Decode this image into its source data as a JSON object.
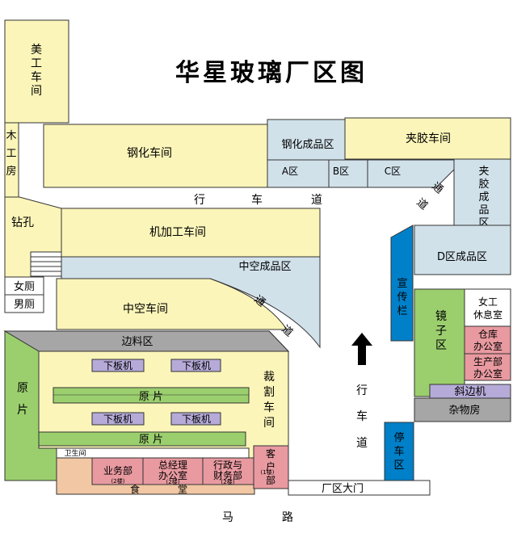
{
  "title": "华星玻璃厂区图",
  "colors": {
    "workshop": "#fbf5b9",
    "product_area": "#d1e1ea",
    "office": "#e89aa0",
    "raw_sheet": "#9bcf6e",
    "machine": "#b6abd8",
    "passage_blue": "#0080c8",
    "gray": "#a6a6a6",
    "canteen": "#f2c8a4"
  },
  "labels": {
    "meigong": [
      "美",
      "工",
      "车",
      "间"
    ],
    "mugongfang": [
      "木",
      "工",
      "房"
    ],
    "ganghua": "钢化车间",
    "gh_product": "钢化成品区",
    "zone_a": "A区",
    "zone_b": "B区",
    "zone_c": "C区",
    "jiajiao": "夹胶车间",
    "jj_product": [
      "夹",
      "胶",
      "成",
      "品",
      "区"
    ],
    "xingche_top": [
      "行",
      "车",
      "道"
    ],
    "tongdao_right": [
      "通",
      "道"
    ],
    "zuankong": "钻孔",
    "jijiagong": "机加工车间",
    "zk_product": "中空成品区",
    "d_product": "D区成品区",
    "nvce": "女厕",
    "nance": "男厕",
    "zhongkong": "中空车间",
    "tongdao_mid": [
      "通",
      "道"
    ],
    "xuanchuanlan": [
      "宣",
      "传",
      "栏"
    ],
    "jingziqu": [
      "镜",
      "子",
      "区"
    ],
    "nvgong": [
      "女工",
      "休息室"
    ],
    "cangku": [
      "仓库",
      "办公室"
    ],
    "shengchan": [
      "生产部",
      "办公室"
    ],
    "xiebianji": "斜边机",
    "zawufang": "杂物房",
    "bianliao": "边料区",
    "xiabanji": "下板机",
    "yuanpian": "原 片",
    "yuanpian_left": [
      "原",
      "片"
    ],
    "caige": [
      "裁",
      "割",
      "车",
      "间"
    ],
    "xingche_right": [
      "行",
      "车",
      "道"
    ],
    "tingche": [
      "停",
      "车",
      "区"
    ],
    "weishengjian": "卫生间",
    "yewu": "业务部",
    "zongjingli": [
      "总经理",
      "办公室"
    ],
    "xingzheng": [
      "行政与",
      "财务部"
    ],
    "kehu": [
      "客",
      "户",
      "部"
    ],
    "floor2": "(2楼)",
    "floor1": "(1楼)",
    "shitang": [
      "食",
      "堂"
    ],
    "damen": "厂区大门",
    "malu": [
      "马",
      "路"
    ]
  }
}
